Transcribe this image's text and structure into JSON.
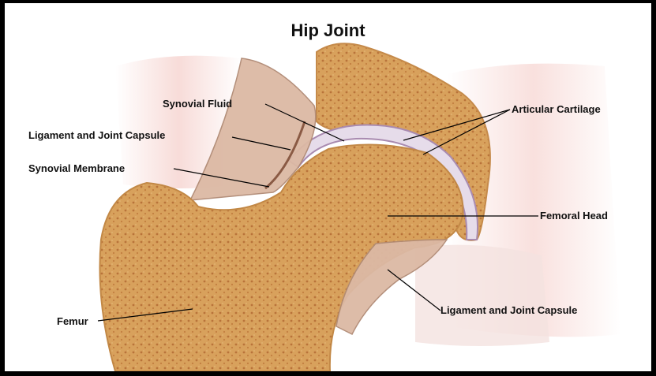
{
  "title": "Hip Joint",
  "labels": {
    "synovial_fluid": "Synovial Fluid",
    "ligament_capsule_upper": "Ligament and Joint Capsule",
    "synovial_membrane": "Synovial Membrane",
    "articular_cartilage": "Articular Cartilage",
    "femoral_head": "Femoral Head",
    "ligament_capsule_lower": "Ligament and Joint Capsule",
    "femur": "Femur"
  },
  "colors": {
    "bone": "#d9a35a",
    "bone_dark": "#b9793a",
    "cartilage": "#e4dce8",
    "ligament": "#d8b4a0",
    "muscle": "#f3c8c4",
    "frame": "#000000"
  }
}
